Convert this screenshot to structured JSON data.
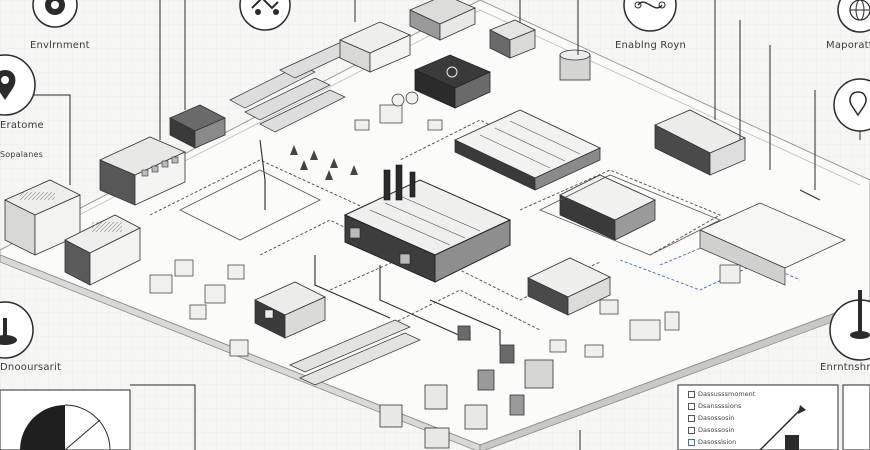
{
  "callouts": {
    "top_left": "Envlrnment",
    "top_center": "Enablng Royn",
    "top_right": "Maporatta",
    "mid_left": "Eratome",
    "mid_left_sub": "Sopalanes",
    "bottom_left": "Dnooursarit",
    "bottom_right": "Enrntnshnst"
  },
  "legend": {
    "items": [
      "Dassusssmoment",
      "Dsanssssions",
      "Dasossosin",
      "Dasossosin",
      "Dasosslsion"
    ]
  },
  "colors": {
    "accent_blue": "#3d6fb6",
    "line_dark": "#2b2b2b",
    "roof_dark": "#3a3a3a"
  }
}
